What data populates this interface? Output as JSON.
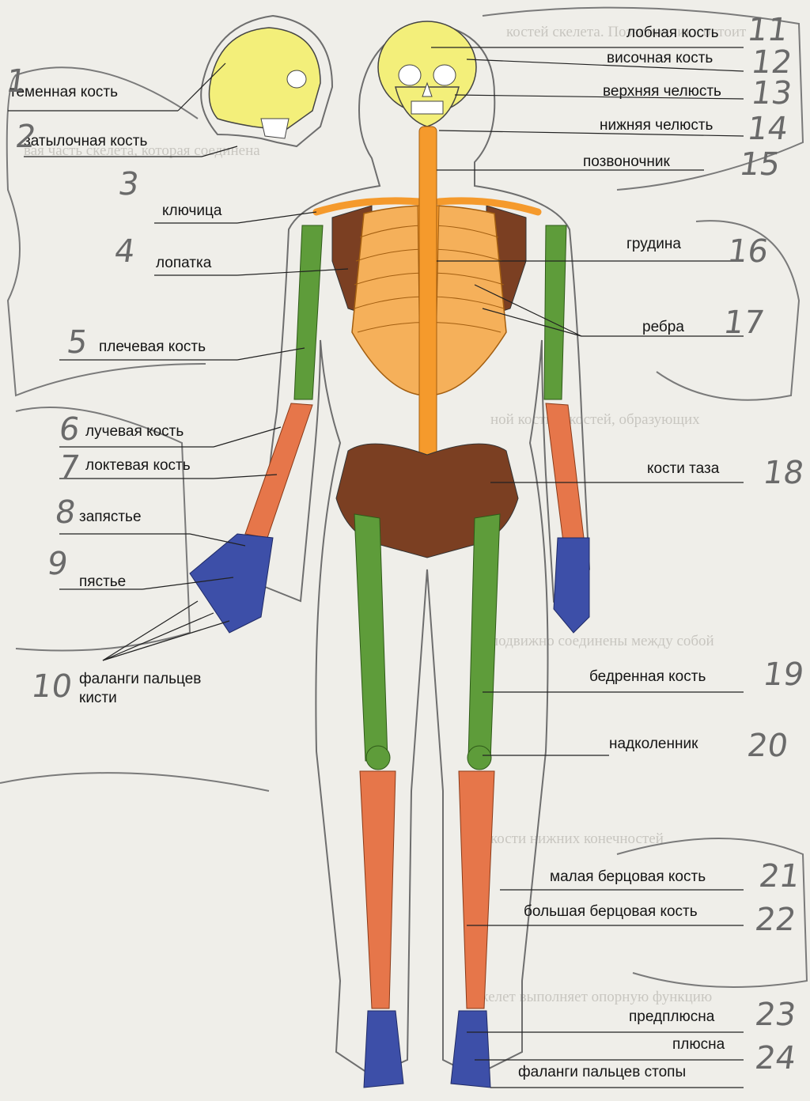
{
  "labels_left": {
    "parietal": "теменная кость",
    "occipital": "затылочная кость",
    "clavicle": "ключица",
    "scapula": "лопатка",
    "humerus": "плечевая кость",
    "radius": "лучевая кость",
    "ulna": "локтевая кость",
    "wrist": "запястье",
    "metacarpus": "пястье",
    "finger_phalanges_1": "фаланги пальцев",
    "finger_phalanges_2": "кисти"
  },
  "labels_right": {
    "frontal": "лобная кость",
    "temporal": "височная кость",
    "maxilla": "верхняя челюсть",
    "mandible": "нижняя челюсть",
    "spine": "позвоночник",
    "sternum": "грудина",
    "ribs": "ребра",
    "pelvis": "кости таза",
    "femur": "бедренная кость",
    "patella": "надколенник",
    "fibula": "малая берцовая кость",
    "tibia": "большая берцовая кость",
    "tarsus": "предплюсна",
    "metatarsus": "плюсна",
    "toe_phalanges": "фаланги пальцев стопы"
  },
  "handwritten_numbers": [
    "1",
    "2",
    "3",
    "4",
    "5",
    "6",
    "7",
    "8",
    "9",
    "10",
    "11",
    "12",
    "13",
    "14",
    "15",
    "16",
    "17",
    "18",
    "19",
    "20",
    "21",
    "22",
    "23",
    "24"
  ],
  "colors": {
    "skull": "#f3ef7a",
    "spine_ribs": "#f59a2c",
    "arm_leg_upper": "#5e9c3a",
    "forearm_shin": "#e6764a",
    "pelvis_scapula": "#7b3f22",
    "hands_feet": "#3d4fa8"
  }
}
